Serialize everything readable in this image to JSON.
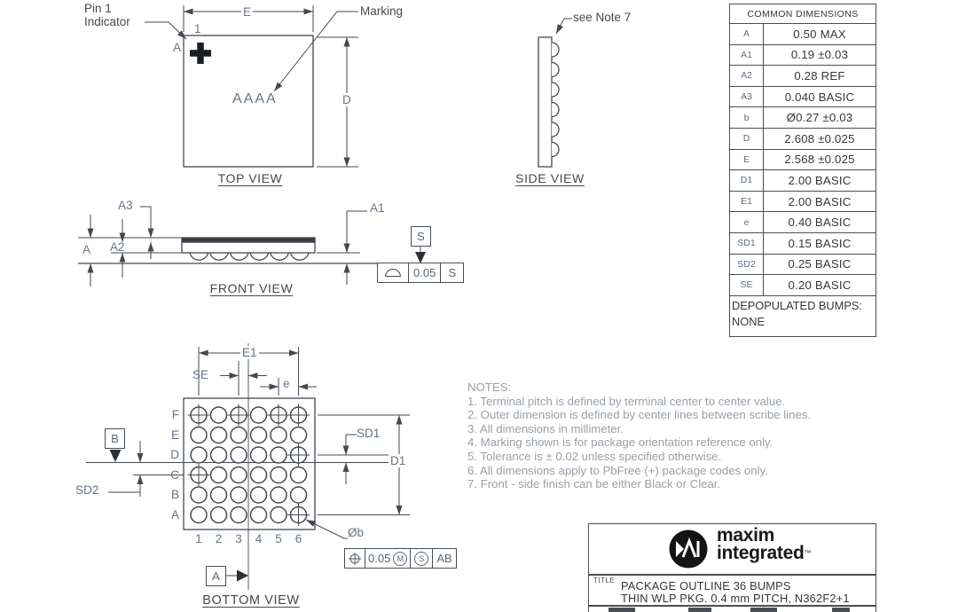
{
  "colors": {
    "line": "#45494e",
    "dim_label": "#66758a",
    "notes_text": "#9aa0a6",
    "table_text": "#33373b",
    "pin1_marker": "#1b1e21",
    "logo_black": "#121416"
  },
  "views": {
    "top": {
      "title": "TOP VIEW",
      "pin1_line1": "Pin 1",
      "pin1_line2": "Indicator",
      "marking_label": "Marking",
      "marking_text": "AAAA",
      "pin_col": "1",
      "pin_row": "A",
      "dim_width": "E",
      "dim_height": "D"
    },
    "side": {
      "title": "SIDE VIEW",
      "note_ref": "see Note 7"
    },
    "front": {
      "title": "FRONT VIEW",
      "dim_a": "A",
      "dim_a1": "A1",
      "dim_a2": "A2",
      "dim_a3": "A3",
      "datum": "S",
      "fcf": {
        "symbol": "profile-of-surface",
        "tolerance": "0.05",
        "datum": "S"
      }
    },
    "bottom": {
      "title": "BOTTOM VIEW",
      "row_labels": [
        "F",
        "E",
        "D",
        "C",
        "B",
        "A"
      ],
      "col_labels": [
        "1",
        "2",
        "3",
        "4",
        "5",
        "6"
      ],
      "crosshair_balls": [
        "F1",
        "F3",
        "F5",
        "F6",
        "D6",
        "C1",
        "A6"
      ],
      "dim_e1": "E1",
      "dim_se": "SE",
      "dim_e": "e",
      "dim_sd1": "SD1",
      "dim_sd2": "SD2",
      "dim_d1": "D1",
      "datum_a": "A",
      "datum_b": "B",
      "ball_diameter_label": "Øb",
      "fcf": {
        "symbol": "position",
        "tolerance": "0.05",
        "modifier": "M",
        "datum1": "S",
        "datum2": "AB"
      }
    }
  },
  "dimensions_table": {
    "header": "COMMON DIMENSIONS",
    "rows": [
      {
        "symbol": "A",
        "value": "0.50 MAX"
      },
      {
        "symbol": "A1",
        "value": "0.19 ±0.03"
      },
      {
        "symbol": "A2",
        "value": "0.28 REF"
      },
      {
        "symbol": "A3",
        "value": "0.040 BASIC"
      },
      {
        "symbol": "b",
        "value": "Ø0.27 ±0.03"
      },
      {
        "symbol": "D",
        "value": "2.608 ±0.025"
      },
      {
        "symbol": "E",
        "value": "2.568 ±0.025"
      },
      {
        "symbol": "D1",
        "value": "2.00 BASIC"
      },
      {
        "symbol": "E1",
        "value": "2.00 BASIC"
      },
      {
        "symbol": "e",
        "value": "0.40 BASIC"
      },
      {
        "symbol": "SD1",
        "value": "0.15 BASIC"
      },
      {
        "symbol": "SD2",
        "value": "0.25 BASIC"
      },
      {
        "symbol": "SE",
        "value": "0.20 BASIC"
      }
    ],
    "footer_line1": "DEPOPULATED BUMPS:",
    "footer_line2": "NONE"
  },
  "notes": {
    "heading": "NOTES:",
    "items": [
      "1. Terminal pitch is defined by terminal center to center value.",
      "2. Outer dimension is defined by center lines between scribe lines.",
      "3. All dimensions in millimeter.",
      "4. Marking shown is for package orientation reference only.",
      "5. Tolerance is ± 0.02 unless specified otherwise.",
      "6. All dimensions apply to PbFree (+) package codes only.",
      "7. Front - side finish can be either Black or Clear."
    ]
  },
  "title_block": {
    "brand_top": "maxim",
    "brand_bottom": "integrated",
    "trademark": "™",
    "title_label": "TITLE",
    "title_line1": "PACKAGE OUTLINE 36 BUMPS",
    "title_line2": "THIN WLP PKG. 0.4 mm PITCH, N362F2+1"
  }
}
